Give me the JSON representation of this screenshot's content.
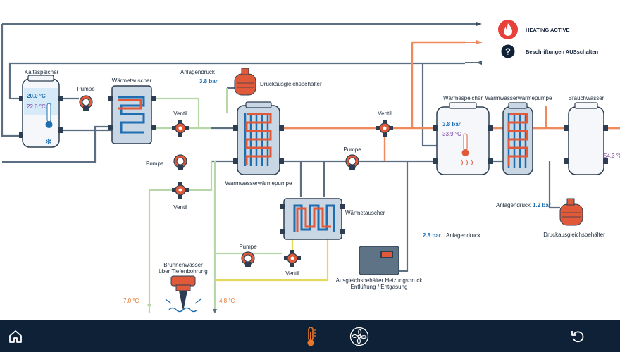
{
  "status": {
    "heating_label": "HEATING ACTIVE",
    "labels_toggle": "Beschriftungen AUSschalten"
  },
  "labels": {
    "cold_storage": "Kältespeicher",
    "cold_storage_temp_top": "20.0 °C",
    "cold_storage_temp_bottom": "22.0 °C",
    "pump_1": "Pumpe",
    "heat_exchanger_1": "Wärmetauscher",
    "system_pressure_1": "Anlagendruck",
    "pressure_1_value": "3.8 bar",
    "expansion_vessel_1": "Druckausgleichsbehälter",
    "valve_1": "Ventil",
    "pump_2": "Pumpe",
    "valve_2": "Ventil",
    "hw_heat_pump_1": "Warmwasserwärmepumpe",
    "valve_3": "Ventil",
    "pump_3": "Pumpe",
    "heat_exchanger_2": "Wärmetauscher",
    "pump_4": "Pumpe",
    "valve_4": "Ventil",
    "well_water_line1": "Brunnenwasser",
    "well_water_line2": "über Tiefenbohrung",
    "temp_left": "7.0 °C",
    "temp_right": "4.8 °C",
    "pressure_2_value": "2.8 bar",
    "system_pressure_2": "Anlagendruck",
    "buffer_tank_line1": "Ausgleichsbehälter Heizungsdruck",
    "buffer_tank_line2": "Entlüftung / Entgasung",
    "heat_storage": "Wärmespeicher",
    "heat_storage_pressure": "3.8 bar",
    "heat_storage_temp": "33.9 °C",
    "hw_heat_pump_2": "Warmwasserwärmepumpe",
    "service_water": "Brauchwasser",
    "service_water_temp": "54.3 °C",
    "system_pressure_3": "Anlagendruck",
    "pressure_3_value": "1.2 bar",
    "expansion_vessel_2": "Druckausgleichsbehälter"
  },
  "colors": {
    "pipe_gray": "#5c6f82",
    "pipe_hot": "#f08a5d",
    "pipe_green": "#b7d7a8",
    "pipe_yellow": "#e4d85a",
    "tank_outline": "#2d3e52",
    "component_red": "#e05a3a",
    "accent_blue": "#1f6fb0",
    "footer_bg": "#0f2137"
  },
  "footer": {
    "home_icon": "home-icon",
    "thermometer_icon": "thermometer-icon",
    "fan_icon": "fan-icon",
    "reload_icon": "reload-icon"
  }
}
